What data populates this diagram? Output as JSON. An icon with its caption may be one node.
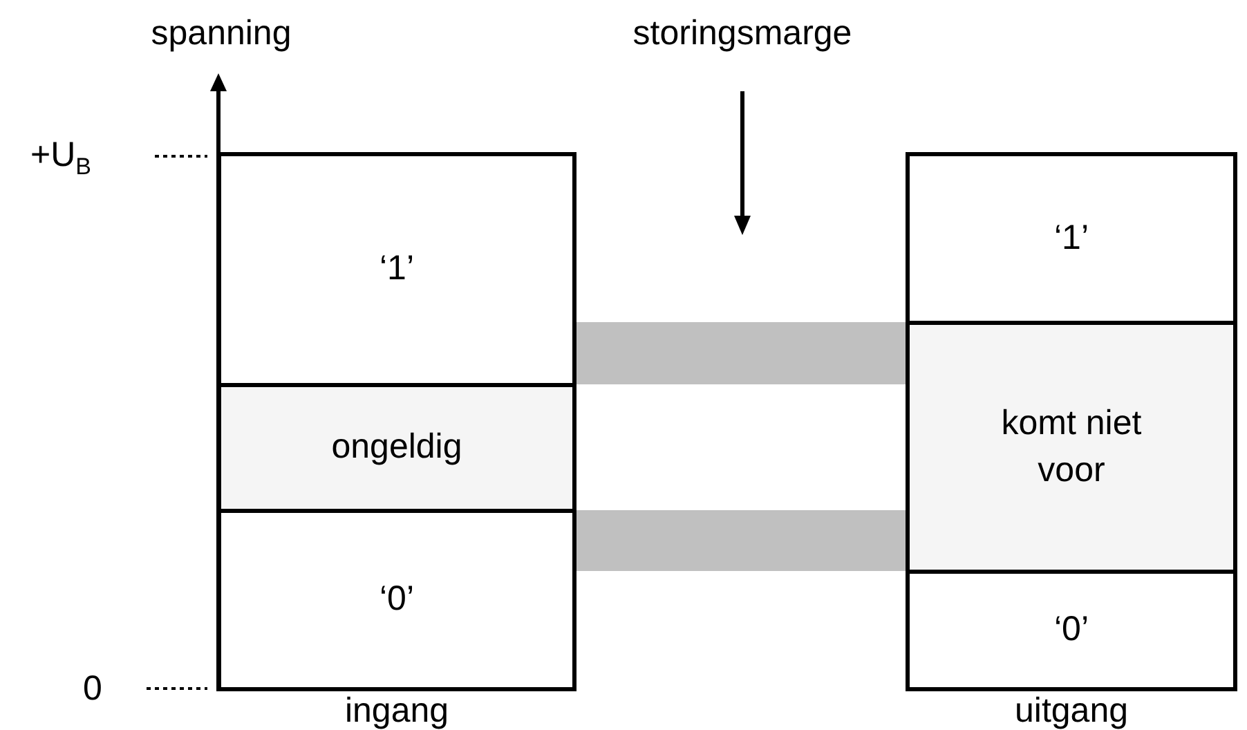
{
  "diagram": {
    "nodes": [
      {
        "text": [
          "‘1’"
        ]
      },
      {
        "text": [
          "ongeldig"
        ]
      },
      {
        "text": [
          "‘0’"
        ]
      },
      {
        "text": [
          "‘1’"
        ]
      },
      {
        "text": [
          "komt niet voor"
        ]
      },
      {
        "text": [
          "‘0’"
        ]
      },
      {
        "text": [],
        "shape": "bar"
      },
      {
        "text": [],
        "shape": "bar"
      }
    ],
    "edges": [],
    "labels": [
      "spanning",
      "storingsmarge",
      "+U$_{B}$",
      "0",
      "ingang",
      "uitgang"
    ]
  }
}
